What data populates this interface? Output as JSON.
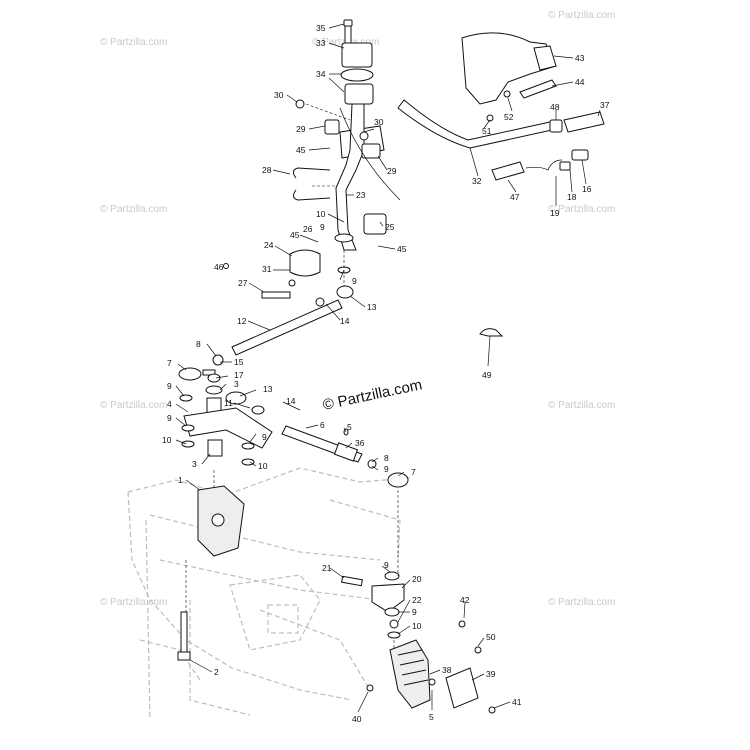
{
  "watermark": {
    "text": "© Partzilla.com",
    "brand_text": "© Partzilla.com"
  },
  "callouts": [
    "35",
    "33",
    "34",
    "30",
    "29",
    "45",
    "30",
    "29",
    "28",
    "23",
    "10",
    "9",
    "25",
    "45",
    "26",
    "45",
    "24",
    "46",
    "31",
    "9",
    "27",
    "13",
    "12",
    "14",
    "8",
    "15",
    "7",
    "17",
    "9",
    "3",
    "4",
    "13",
    "11",
    "14",
    "9",
    "9",
    "6",
    "5",
    "36",
    "10",
    "10",
    "3",
    "8",
    "9",
    "7",
    "1",
    "9",
    "21",
    "20",
    "9",
    "22",
    "42",
    "10",
    "50",
    "2",
    "38",
    "39",
    "5",
    "41",
    "40",
    "43",
    "44",
    "37",
    "51",
    "52",
    "48",
    "32",
    "47",
    "19",
    "18",
    "16",
    "49"
  ],
  "colors": {
    "line": "#111111",
    "frame": "#bdbdbd",
    "watermark": "#c9c9c9",
    "background": "#ffffff"
  }
}
